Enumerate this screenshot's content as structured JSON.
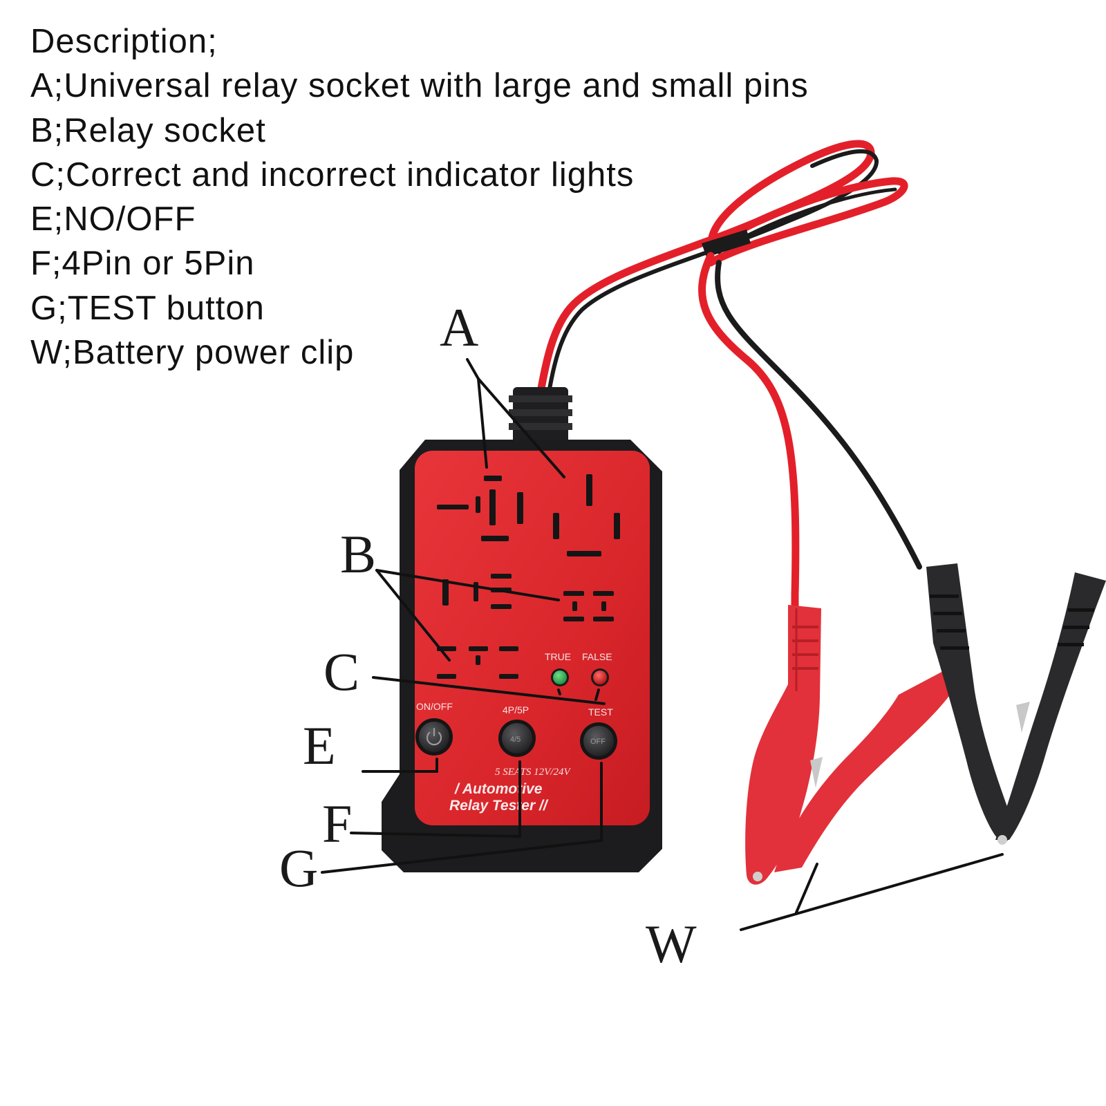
{
  "description": {
    "heading": "Description;",
    "items": [
      "A;Universal relay socket with large and small pins",
      "B;Relay socket",
      "C;Correct and incorrect indicator lights",
      "E;NO/OFF",
      "F;4Pin or 5Pin",
      "G;TEST button",
      "W;Battery power clip"
    ]
  },
  "callouts": {
    "a": "A",
    "b": "B",
    "c": "C",
    "e": "E",
    "f": "F",
    "g": "G",
    "w": "W"
  },
  "device": {
    "indicator_true": "TRUE",
    "indicator_false": "FALSE",
    "btn_onoff_label": "ON/OFF",
    "btn_pin_label": "4P/5P",
    "btn_test_label": "TEST",
    "btn_pin_glyph": "4/5",
    "btn_test_glyph": "OFF",
    "model_line": "5 SEATS 12V/24V",
    "brand_line1": "/ Automotive",
    "brand_line2": "Relay Tester //"
  },
  "colors": {
    "body_red": "#e0262b",
    "case_black": "#1c1c1e",
    "wire_red": "#e3202a",
    "wire_black": "#1b1b1b",
    "led_green": "#2fa84f",
    "led_red": "#d41a1a",
    "clamp_red": "#e2313a",
    "clamp_black": "#2a2a2c"
  },
  "icons": [
    "power-icon"
  ]
}
